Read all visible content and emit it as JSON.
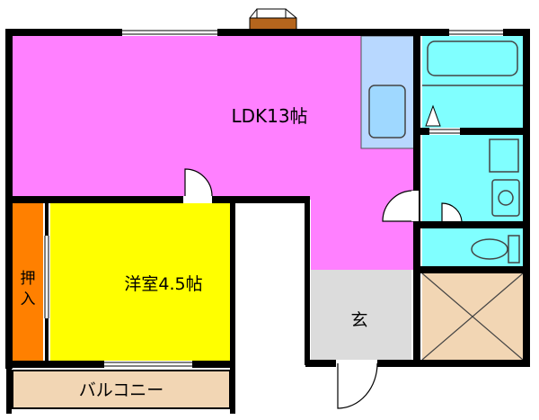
{
  "rooms": {
    "ldk": {
      "label": "LDK13帖",
      "color": "#ff80ff"
    },
    "western_room": {
      "label": "洋室4.5帖",
      "color": "#ffff00"
    },
    "closet": {
      "label_top": "押",
      "label_bottom": "入",
      "color": "#ff8000"
    },
    "entrance": {
      "label": "玄",
      "color": "#dcdcdc"
    },
    "balcony": {
      "label": "バルコニー",
      "color": "#f2d6b4"
    },
    "bath": {
      "color": "#80ffff"
    },
    "kitchen_counter": {
      "color": "#b8d8ff"
    },
    "storage": {
      "color": "#f2d6b4"
    }
  },
  "colors": {
    "wall": "#000000",
    "fixture_fill": "#b8d8ff",
    "fixture_stroke": "#555555",
    "chimney": "#b5651d"
  }
}
